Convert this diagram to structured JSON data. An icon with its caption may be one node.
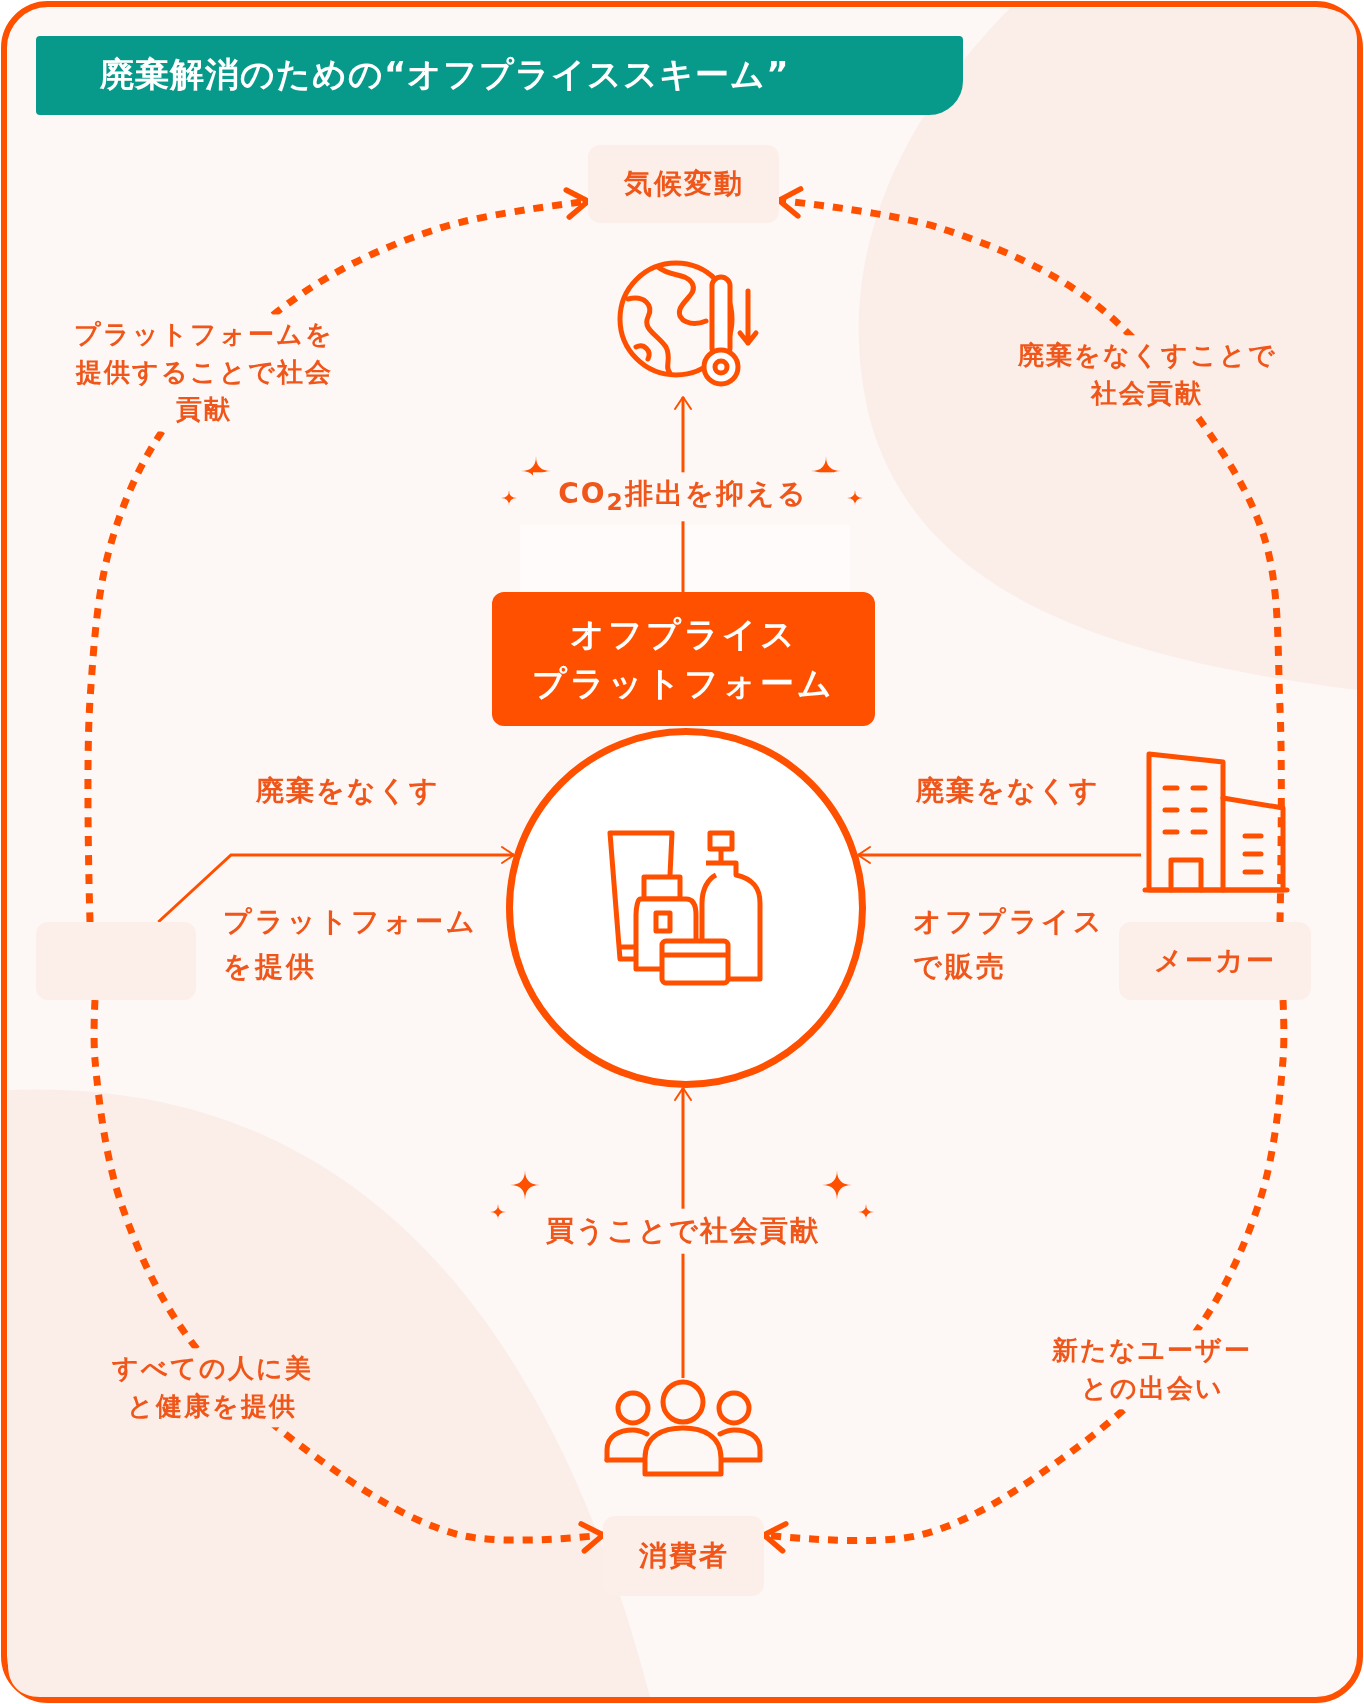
{
  "diagram": {
    "title": "廃棄解消のための“オフプライススキーム”",
    "nodes": [
      {
        "text": [
          "気候変動"
        ]
      },
      {
        "text": [],
        "shape": "picture"
      },
      {
        "text": [
          "オフプライスプラットフォーム"
        ]
      },
      {
        "text": [],
        "shape": "circle"
      },
      {
        "text": [],
        "shape": "box"
      },
      {
        "text": [],
        "shape": "picture"
      },
      {
        "text": [
          "メーカー"
        ]
      },
      {
        "text": [],
        "shape": "picture"
      },
      {
        "text": [
          "消費者"
        ]
      }
    ],
    "edges": [
      {
        "from": 4,
        "to": 3,
        "arrow": "to",
        "label": "廃棄をなくす"
      },
      {
        "from": 5,
        "to": 3,
        "arrow": "to",
        "label": "廃棄をなくす"
      },
      {
        "from": 2,
        "to": 1,
        "arrow": "to",
        "label": "CO$_{2}$排出を抑える"
      },
      {
        "from": 7,
        "to": 3,
        "arrow": "to",
        "label": "買うことで社会貢献"
      },
      {
        "from": 4,
        "to": 0,
        "arrow": "to",
        "style": "dashed",
        "label": "プラットフォームを提供することで社会貢献"
      },
      {
        "from": 6,
        "to": 0,
        "arrow": "to",
        "style": "dashed",
        "label": "廃棄をなくすことで社会貢献"
      },
      {
        "from": 4,
        "to": 8,
        "arrow": "to",
        "style": "dashed",
        "label": "すべての人に美と健康を提供"
      },
      {
        "from": 6,
        "to": 8,
        "arrow": "to",
        "style": "dashed",
        "label": "新たなユーザーとの出会い"
      }
    ],
    "labels": [
      "プラットフォームを提供",
      "オフプライスで販売"
    ]
  }
}
